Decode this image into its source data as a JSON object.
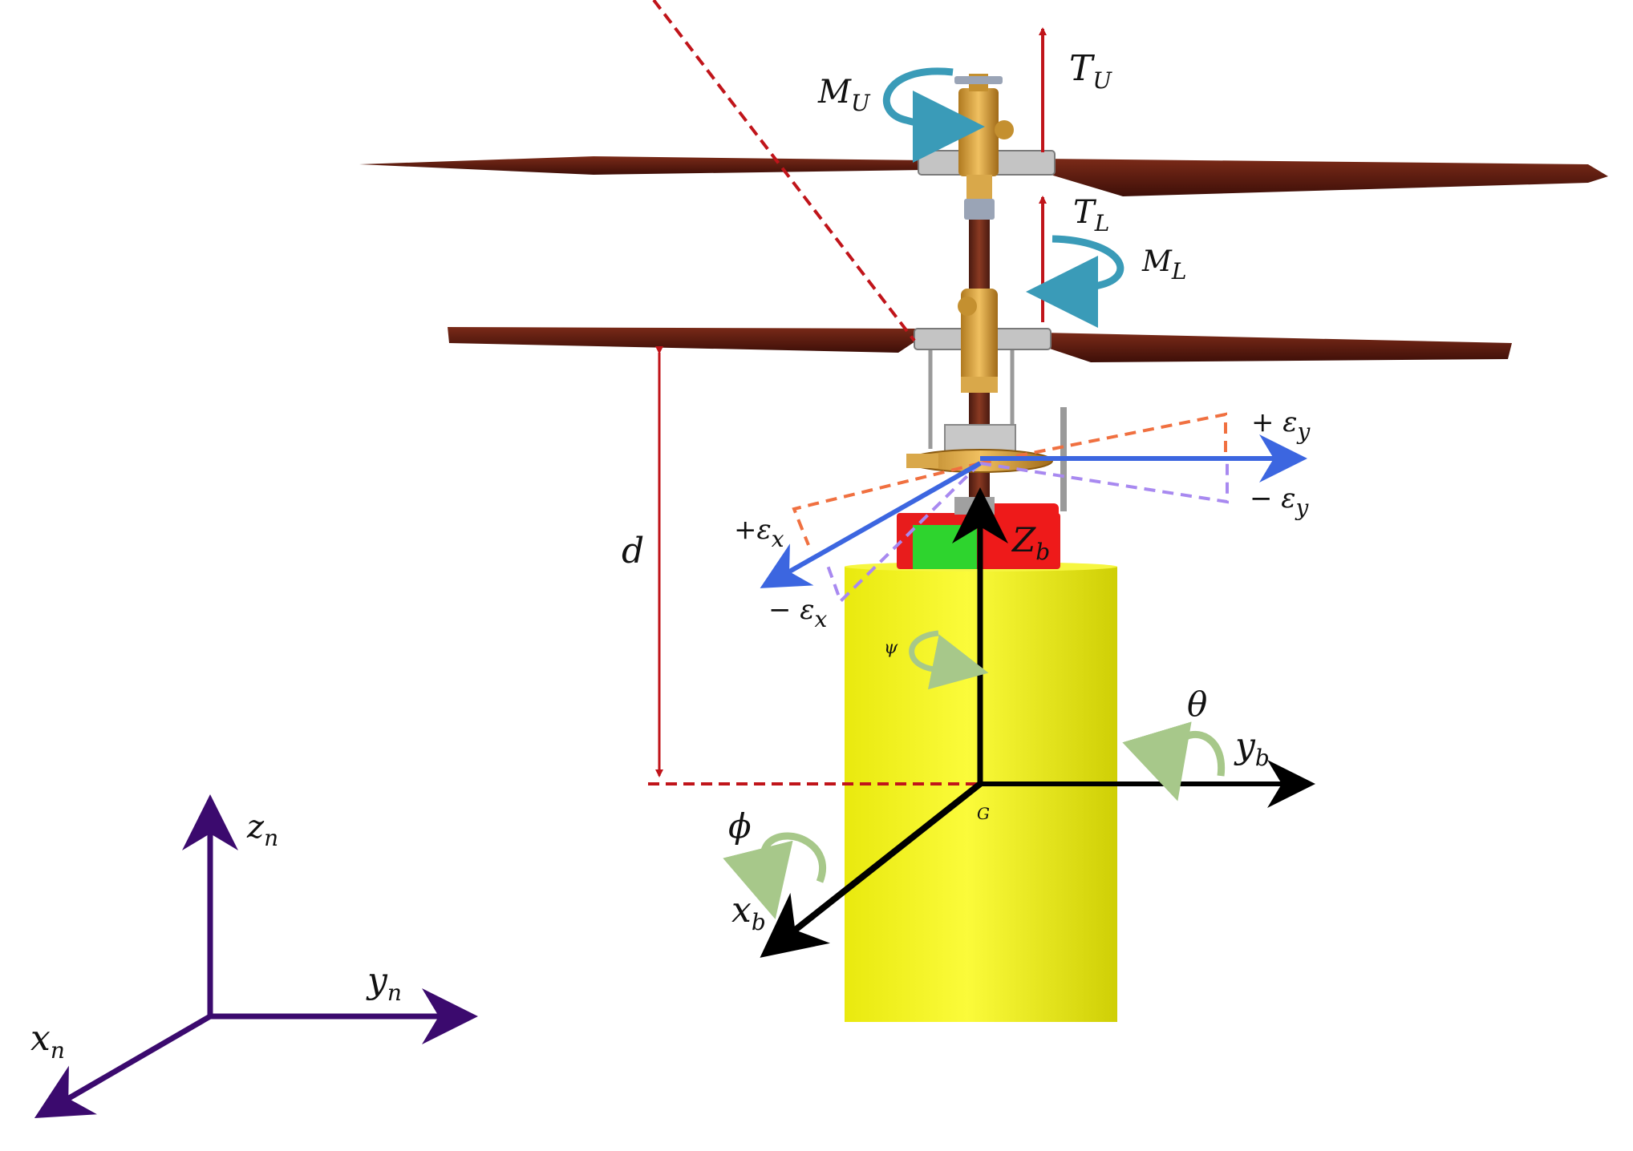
{
  "labels": {
    "upper_thrust": "T",
    "upper_thrust_sub": "U",
    "upper_moment": "M",
    "upper_moment_sub": "U",
    "lower_thrust": "T",
    "lower_thrust_sub": "L",
    "lower_moment": "M",
    "lower_moment_sub": "L",
    "distance": "d",
    "eps_y_plus": "+ ε",
    "eps_y_plus_sub": "y",
    "eps_y_minus": "− ε",
    "eps_y_minus_sub": "y",
    "eps_x_plus": "+ε",
    "eps_x_plus_sub": "x",
    "eps_x_minus": "− ε",
    "eps_x_minus_sub": "x",
    "body_z": "Z",
    "body_z_sub": "b",
    "body_y": "y",
    "body_y_sub": "b",
    "body_x": "x",
    "body_x_sub": "b",
    "yaw": "ψ",
    "pitch": "θ",
    "roll": "ϕ",
    "cg": "G",
    "nav_z": "z",
    "nav_z_sub": "n",
    "nav_y": "y",
    "nav_y_sub": "n",
    "nav_x": "x",
    "nav_x_sub": "n"
  },
  "colors": {
    "thrust": "#c0141a",
    "moment": "#3a9bb8",
    "body_axes": "#000000",
    "nav_axes": "#3b0a6e",
    "eps_axes": "#3c66e0",
    "eps_y_dash": "#f07040",
    "eps_x_dash": "#a889f0",
    "rotation_arrows": "#a7c88a",
    "fuselage": "#f2f21a",
    "blade": "#5a1a10",
    "hub": "#d9a84a"
  }
}
